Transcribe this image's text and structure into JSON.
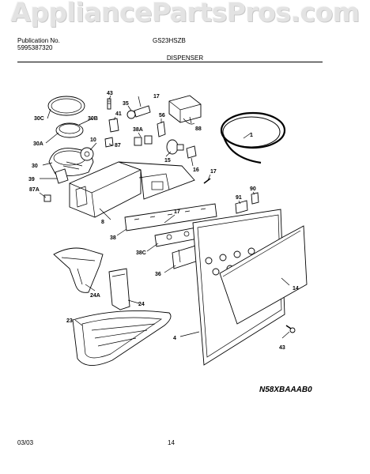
{
  "watermark": "AppliancePartsPros.com",
  "header": {
    "publication_label": "Publication No.",
    "publication_number": "5995387320",
    "model": "GS23HSZB",
    "section_title": "DISPENSER"
  },
  "diagram": {
    "code": "N58XBAAAB0",
    "callouts": [
      "43",
      "17",
      "35",
      "41",
      "30C",
      "30B",
      "56",
      "88",
      "1",
      "38A",
      "87",
      "30A",
      "10",
      "30",
      "39",
      "15",
      "16",
      "17",
      "87A",
      "8",
      "90",
      "91",
      "17",
      "38",
      "38C",
      "36",
      "24A",
      "24",
      "14",
      "23",
      "4",
      "43"
    ]
  },
  "footer": {
    "date": "03/03",
    "page": "14"
  }
}
